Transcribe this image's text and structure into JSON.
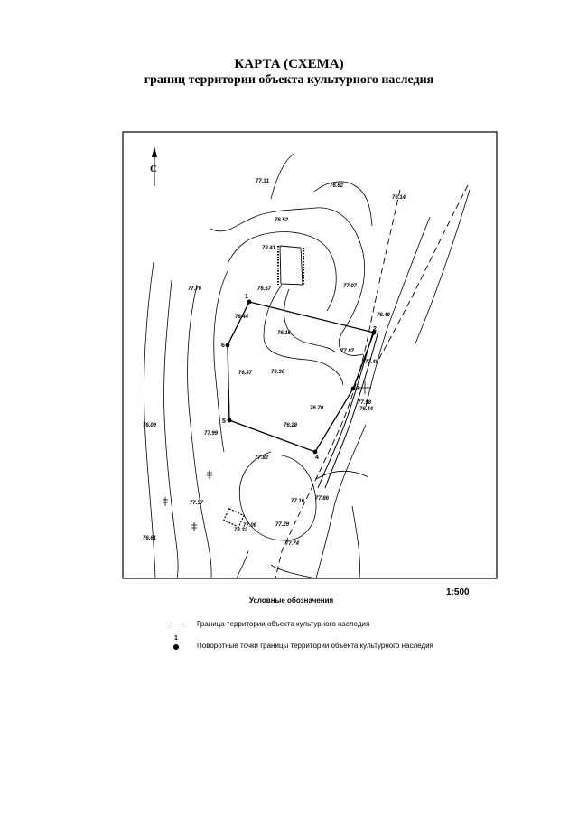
{
  "header": {
    "title": "КАРТА (СХЕМА)",
    "subtitle": "границ территории объекта культурного наследия"
  },
  "map": {
    "north_label": "С",
    "scale": "1:500",
    "elevations": [
      "77.31",
      "76.62",
      "76.14",
      "76.52",
      "78.41",
      "77.76",
      "76.57",
      "77.07",
      "76.44",
      "76.16",
      "76.46",
      "77.87",
      "77.48",
      "76.87",
      "76.96",
      "77.98",
      "76.70",
      "76.44",
      "76.09",
      "77.99",
      "76.28",
      "77.82",
      "77.57",
      "77.16",
      "77.86",
      "77.06",
      "78.32",
      "77.29",
      "76.61",
      "77.74"
    ],
    "boundary_points": [
      "1",
      "2",
      "3",
      "4",
      "5",
      "6"
    ]
  },
  "legend": {
    "title": "Условные обозначения",
    "items": [
      {
        "label": "Граница территории объекта культурного наследия"
      },
      {
        "number": "1",
        "label": "Поворотные точки границы территории объекта культурного наследия"
      }
    ]
  },
  "colors": {
    "ink": "#000000",
    "paper": "#ffffff"
  }
}
